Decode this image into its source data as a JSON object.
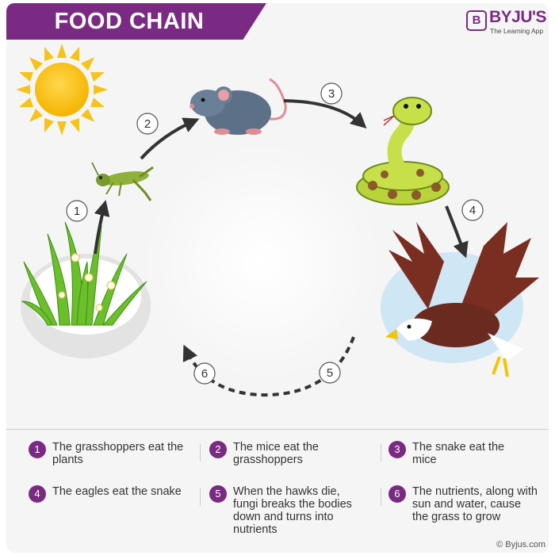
{
  "title": "FOOD CHAIN",
  "brand": {
    "logo_letter": "B",
    "name": "BYJU'S",
    "tagline": "The Learning App"
  },
  "steps": [
    {
      "number": "1",
      "text": "The grasshoppers eat the plants"
    },
    {
      "number": "2",
      "text": "The mice eat the grasshoppers"
    },
    {
      "number": "3",
      "text": "The snake eat the mice"
    },
    {
      "number": "4",
      "text": "The eagles eat the snake"
    },
    {
      "number": "5",
      "text": "When the hawks die, fungi breaks the bodies down and turns into nutrients"
    },
    {
      "number": "6",
      "text": "The nutrients, along with sun and water, cause the grass to grow"
    }
  ],
  "copyright": "© Byjus.com",
  "colors": {
    "brand_purple": "#7b2a83",
    "arrow": "#333333"
  }
}
